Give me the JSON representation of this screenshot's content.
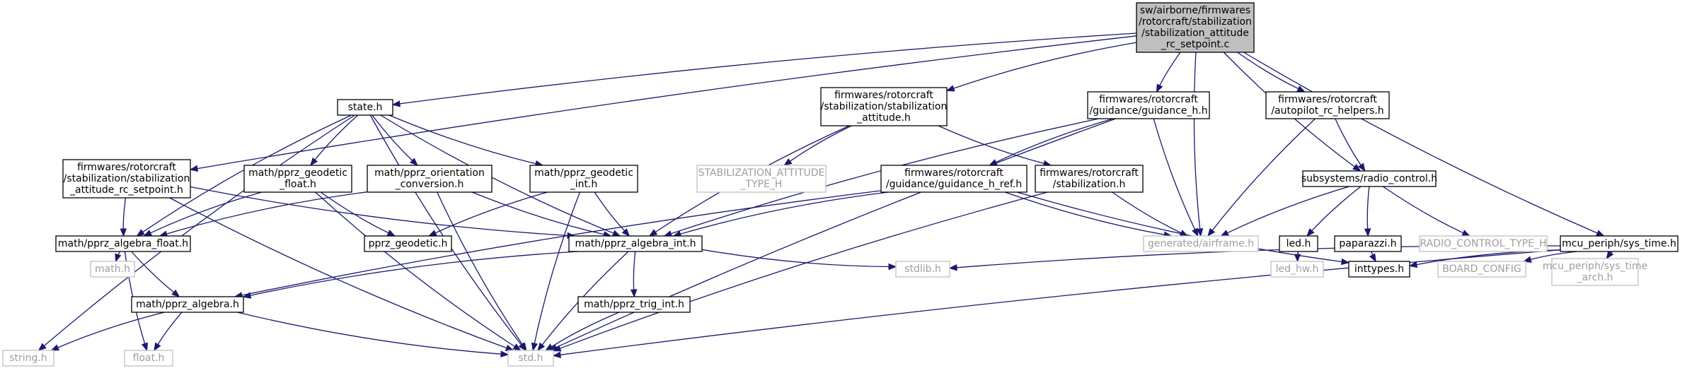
{
  "diagram": {
    "nodes": {
      "root": {
        "kind": "root",
        "lines": [
          "sw/airborne/firmwares",
          "/rotorcraft/stabilization",
          "/stabilization_attitude",
          "_rc_setpoint.c"
        ]
      },
      "state_h": {
        "kind": "normal",
        "lines": [
          "state.h"
        ]
      },
      "stab_att_rc_setpoint_h": {
        "kind": "normal",
        "lines": [
          "firmwares/rotorcraft",
          "/stabilization/stabilization",
          "_attitude_rc_setpoint.h"
        ]
      },
      "stab_attitude_h": {
        "kind": "normal",
        "lines": [
          "firmwares/rotorcraft",
          "/stabilization/stabilization",
          "_attitude.h"
        ]
      },
      "guidance_h_h": {
        "kind": "normal",
        "lines": [
          "firmwares/rotorcraft",
          "/guidance/guidance_h.h"
        ]
      },
      "autopilot_rc_helpers_h": {
        "kind": "normal",
        "lines": [
          "firmwares/rotorcraft",
          "/autopilot_rc_helpers.h"
        ]
      },
      "generated_airframe_h": {
        "kind": "missing",
        "lines": [
          "generated/airframe.h"
        ]
      },
      "radio_control_h": {
        "kind": "normal",
        "lines": [
          "subsystems/radio_control.h"
        ]
      },
      "sys_time_h": {
        "kind": "normal",
        "lines": [
          "mcu_periph/sys_time.h"
        ]
      },
      "pprz_geodetic_float_h": {
        "kind": "normal",
        "lines": [
          "math/pprz_geodetic",
          "_float.h"
        ]
      },
      "pprz_orientation_conversion_h": {
        "kind": "normal",
        "lines": [
          "math/pprz_orientation",
          "_conversion.h"
        ]
      },
      "pprz_geodetic_int_h": {
        "kind": "normal",
        "lines": [
          "math/pprz_geodetic",
          "_int.h"
        ]
      },
      "stab_att_type_h": {
        "kind": "missing",
        "lines": [
          "STABILIZATION_ATTITUDE",
          "_TYPE_H"
        ]
      },
      "guidance_h_ref_h": {
        "kind": "normal",
        "lines": [
          "firmwares/rotorcraft",
          "/guidance/guidance_h_ref.h"
        ]
      },
      "stabilization_h": {
        "kind": "normal",
        "lines": [
          "firmwares/rotorcraft",
          "/stabilization.h"
        ]
      },
      "pprz_algebra_float_h": {
        "kind": "normal",
        "lines": [
          "math/pprz_algebra_float.h"
        ]
      },
      "pprz_geodetic_h": {
        "kind": "normal",
        "lines": [
          "pprz_geodetic.h"
        ]
      },
      "pprz_algebra_int_h": {
        "kind": "normal",
        "lines": [
          "math/pprz_algebra_int.h"
        ]
      },
      "led_h": {
        "kind": "normal",
        "lines": [
          "led.h"
        ]
      },
      "paparazzi_h": {
        "kind": "normal",
        "lines": [
          "paparazzi.h"
        ]
      },
      "radio_control_type_h": {
        "kind": "missing",
        "lines": [
          "RADIO_CONTROL_TYPE_H"
        ]
      },
      "math_h": {
        "kind": "missing",
        "lines": [
          "math.h"
        ]
      },
      "pprz_algebra_h": {
        "kind": "normal",
        "lines": [
          "math/pprz_algebra.h"
        ]
      },
      "pprz_trig_int_h": {
        "kind": "normal",
        "lines": [
          "math/pprz_trig_int.h"
        ]
      },
      "stdlib_h": {
        "kind": "missing",
        "lines": [
          "stdlib.h"
        ]
      },
      "led_hw_h": {
        "kind": "missing",
        "lines": [
          "led_hw.h"
        ]
      },
      "inttypes_h": {
        "kind": "normal",
        "lines": [
          "inttypes.h"
        ]
      },
      "board_config": {
        "kind": "missing",
        "lines": [
          "BOARD_CONFIG"
        ]
      },
      "sys_time_arch_h": {
        "kind": "missing",
        "lines": [
          "mcu_periph/sys_time",
          "_arch.h"
        ]
      },
      "string_h": {
        "kind": "missing",
        "lines": [
          "string.h"
        ]
      },
      "float_h": {
        "kind": "missing",
        "lines": [
          "float.h"
        ]
      },
      "std_h": {
        "kind": "missing",
        "lines": [
          "std.h"
        ]
      }
    },
    "edges": [
      [
        "root",
        "state_h"
      ],
      [
        "root",
        "stab_att_rc_setpoint_h"
      ],
      [
        "root",
        "stab_attitude_h"
      ],
      [
        "root",
        "guidance_h_h"
      ],
      [
        "root",
        "autopilot_rc_helpers_h"
      ],
      [
        "root",
        "generated_airframe_h"
      ],
      [
        "root",
        "radio_control_h"
      ],
      [
        "root",
        "sys_time_h"
      ],
      [
        "state_h",
        "string_h"
      ],
      [
        "state_h",
        "pprz_algebra_float_h"
      ],
      [
        "state_h",
        "std_h"
      ],
      [
        "state_h",
        "pprz_geodetic_float_h"
      ],
      [
        "state_h",
        "pprz_orientation_conversion_h"
      ],
      [
        "state_h",
        "pprz_geodetic_int_h"
      ],
      [
        "state_h",
        "pprz_algebra_int_h"
      ],
      [
        "stab_att_rc_setpoint_h",
        "pprz_algebra_float_h"
      ],
      [
        "stab_att_rc_setpoint_h",
        "pprz_algebra_int_h"
      ],
      [
        "stab_att_rc_setpoint_h",
        "std_h"
      ],
      [
        "stab_attitude_h",
        "pprz_algebra_int_h"
      ],
      [
        "stab_attitude_h",
        "stab_att_type_h"
      ],
      [
        "stab_attitude_h",
        "stabilization_h"
      ],
      [
        "guidance_h_h",
        "pprz_algebra_int_h"
      ],
      [
        "guidance_h_h",
        "guidance_h_ref_h"
      ],
      [
        "guidance_h_h",
        "generated_airframe_h"
      ],
      [
        "guidance_h_h",
        "std_h"
      ],
      [
        "autopilot_rc_helpers_h",
        "radio_control_h"
      ],
      [
        "autopilot_rc_helpers_h",
        "generated_airframe_h"
      ],
      [
        "pprz_geodetic_float_h",
        "pprz_algebra_float_h"
      ],
      [
        "pprz_geodetic_float_h",
        "pprz_geodetic_h"
      ],
      [
        "pprz_geodetic_float_h",
        "std_h"
      ],
      [
        "pprz_orientation_conversion_h",
        "pprz_algebra_float_h"
      ],
      [
        "pprz_orientation_conversion_h",
        "pprz_algebra_int_h"
      ],
      [
        "pprz_orientation_conversion_h",
        "std_h"
      ],
      [
        "pprz_geodetic_int_h",
        "pprz_geodetic_h"
      ],
      [
        "pprz_geodetic_int_h",
        "pprz_algebra_int_h"
      ],
      [
        "pprz_geodetic_int_h",
        "std_h"
      ],
      [
        "guidance_h_ref_h",
        "pprz_algebra_int_h"
      ],
      [
        "guidance_h_ref_h",
        "pprz_algebra_h"
      ],
      [
        "guidance_h_ref_h",
        "generated_airframe_h"
      ],
      [
        "guidance_h_ref_h",
        "inttypes_h"
      ],
      [
        "stabilization_h",
        "generated_airframe_h"
      ],
      [
        "stabilization_h",
        "std_h"
      ],
      [
        "radio_control_h",
        "generated_airframe_h"
      ],
      [
        "radio_control_h",
        "led_h"
      ],
      [
        "radio_control_h",
        "paparazzi_h"
      ],
      [
        "radio_control_h",
        "radio_control_type_h"
      ],
      [
        "sys_time_h",
        "stdlib_h"
      ],
      [
        "sys_time_h",
        "inttypes_h"
      ],
      [
        "sys_time_h",
        "board_config"
      ],
      [
        "sys_time_h",
        "sys_time_arch_h"
      ],
      [
        "sys_time_h",
        "std_h"
      ],
      [
        "pprz_algebra_float_h",
        "math_h"
      ],
      [
        "pprz_algebra_float_h",
        "pprz_algebra_h"
      ],
      [
        "pprz_algebra_float_h",
        "float_h"
      ],
      [
        "pprz_algebra_int_h",
        "pprz_algebra_h"
      ],
      [
        "pprz_algebra_int_h",
        "pprz_trig_int_h"
      ],
      [
        "pprz_algebra_int_h",
        "std_h"
      ],
      [
        "pprz_algebra_int_h",
        "stdlib_h"
      ],
      [
        "led_h",
        "led_hw_h"
      ],
      [
        "paparazzi_h",
        "inttypes_h"
      ],
      [
        "pprz_algebra_h",
        "string_h"
      ],
      [
        "pprz_algebra_h",
        "float_h"
      ],
      [
        "pprz_algebra_h",
        "std_h"
      ],
      [
        "pprz_trig_int_h",
        "std_h"
      ]
    ]
  }
}
